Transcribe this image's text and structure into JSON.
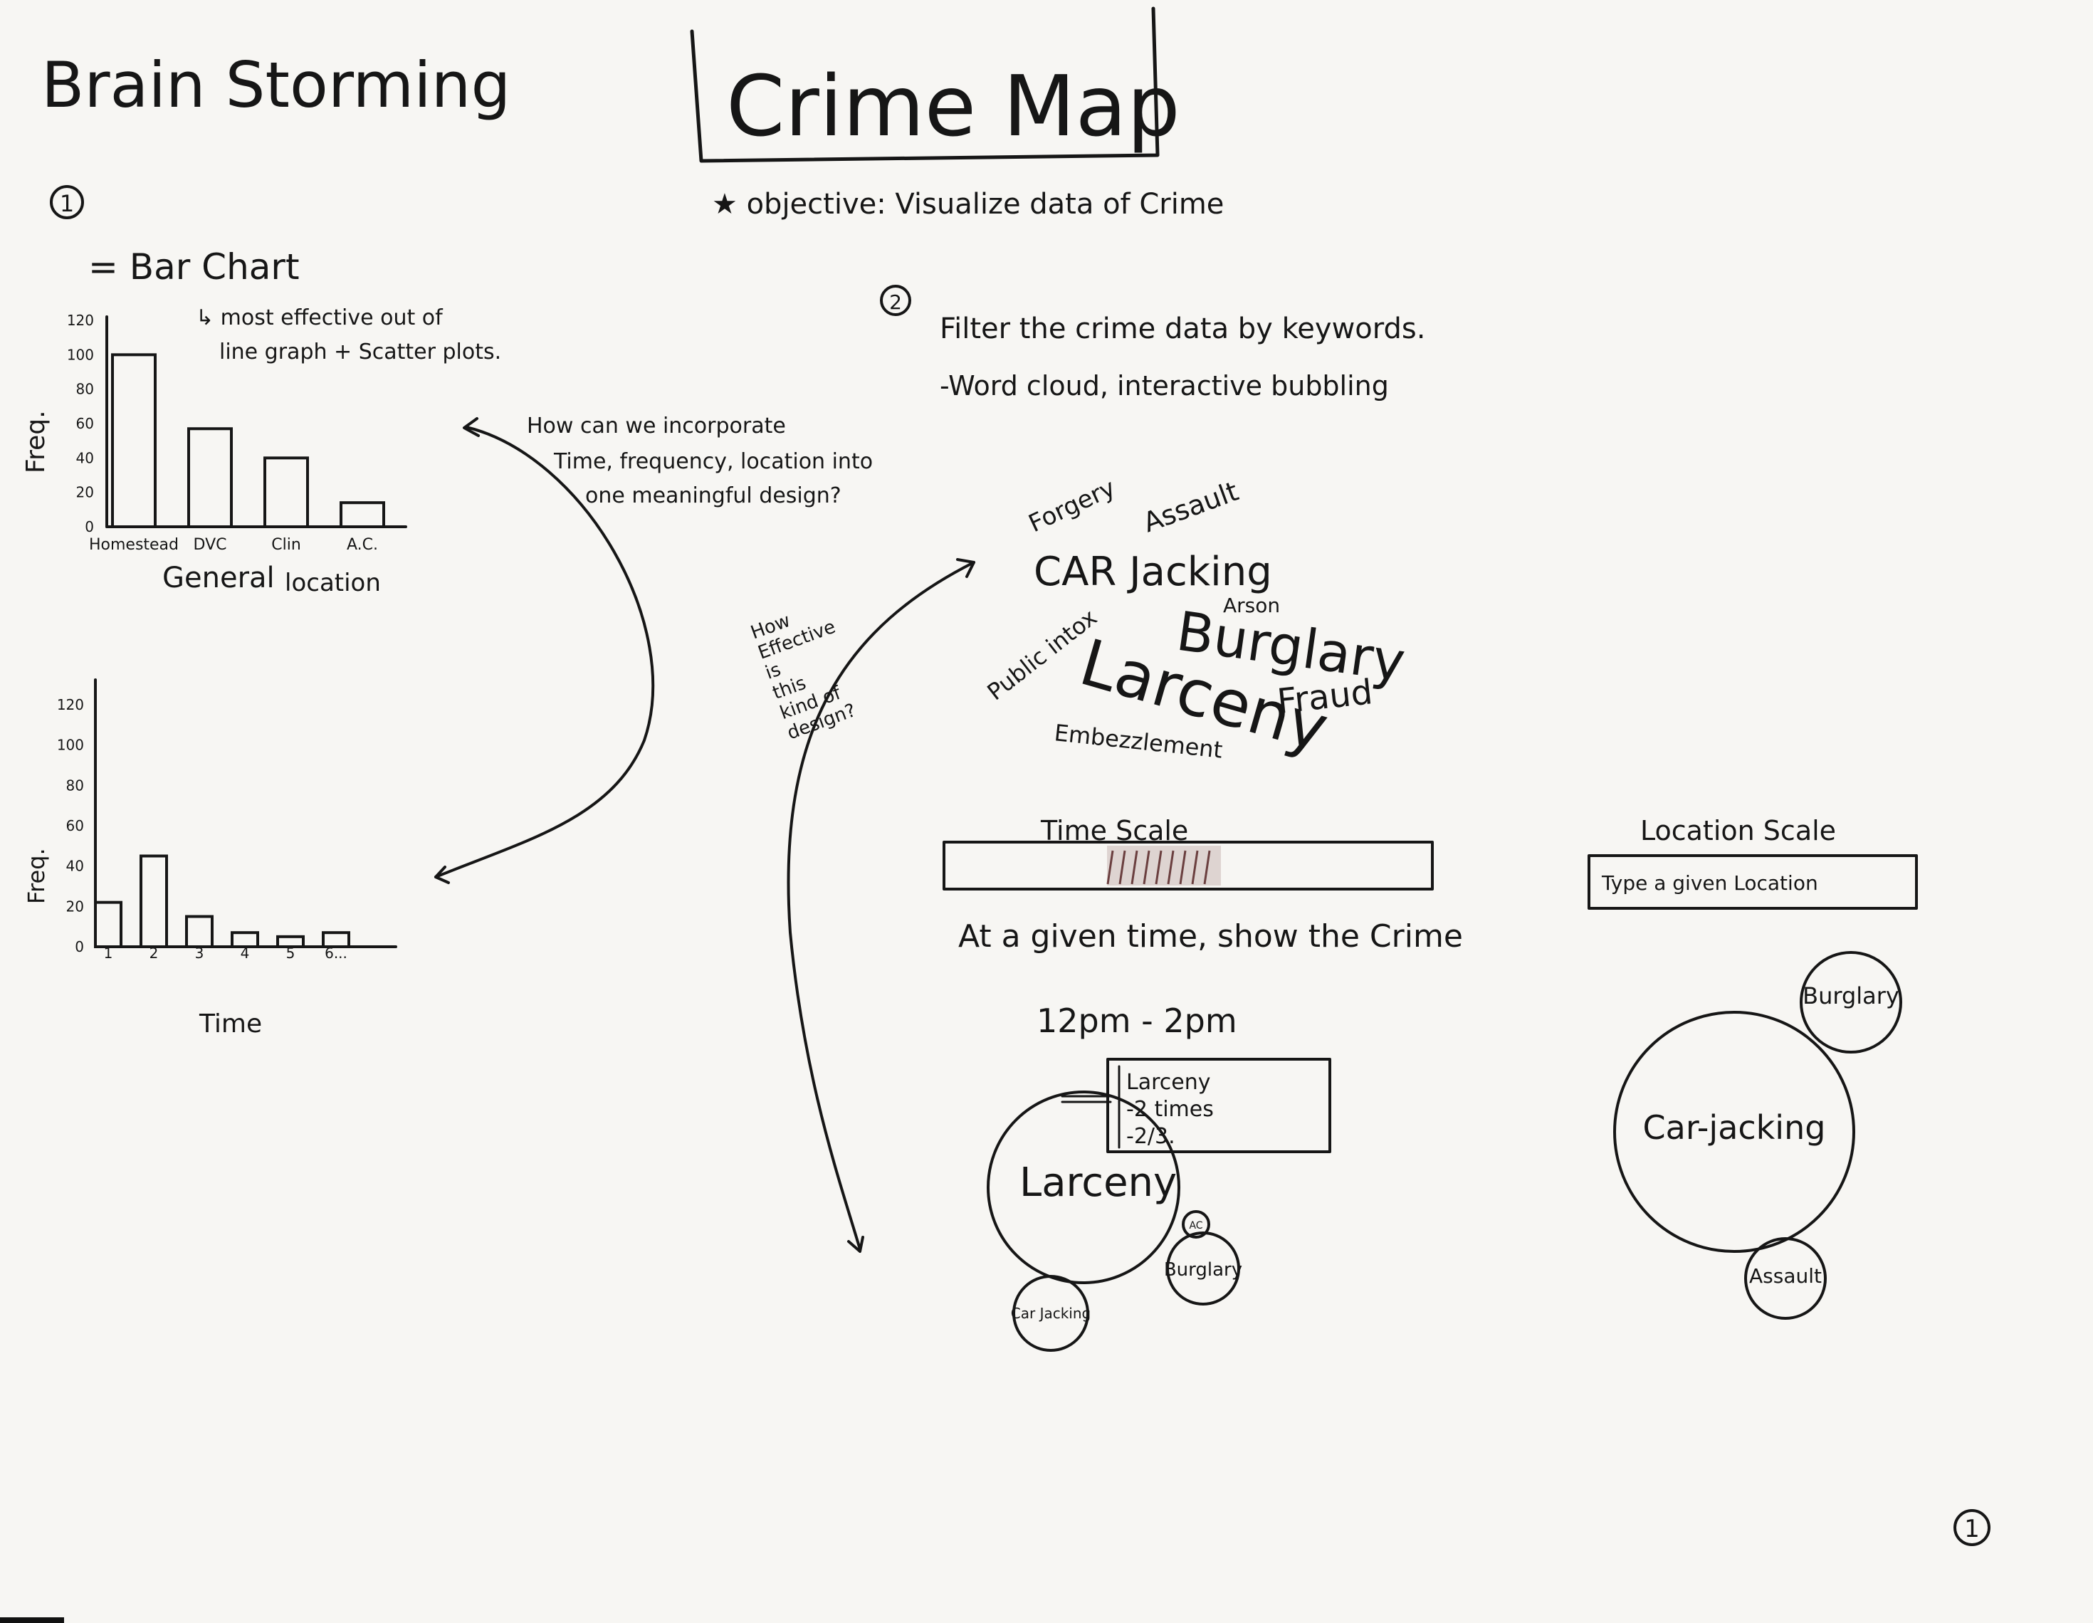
{
  "page": {
    "title": "Brain Storming",
    "project_title": "Crime Map",
    "objective": "★ objective: Visualize data of Crime",
    "page_number": "1"
  },
  "section1": {
    "number": "1",
    "heading": "= Bar Chart",
    "note_line1": "↳ most effective out of",
    "note_line2": "line graph + Scatter plots.",
    "chart_data": [
      {
        "type": "bar",
        "ylabel": "Freq.",
        "xlabel_1": "General",
        "xlabel_2": "location",
        "categories": [
          "Homestead",
          "DVC",
          "Clin",
          "A.C."
        ],
        "values": [
          100,
          57,
          40,
          14
        ],
        "ylim": [
          0,
          120
        ],
        "yticks": [
          "0",
          "20",
          "40",
          "60",
          "80",
          "100",
          "120"
        ]
      },
      {
        "type": "bar",
        "ylabel": "Freq.",
        "xlabel": "Time",
        "categories": [
          "1",
          "2",
          "3",
          "4",
          "5",
          "6..."
        ],
        "values": [
          22,
          45,
          15,
          7,
          5,
          7
        ],
        "ylim": [
          0,
          120
        ],
        "yticks": [
          "0",
          "20",
          "40",
          "60",
          "80",
          "100",
          "120"
        ]
      }
    ]
  },
  "annotations": {
    "question1_line1": "How can we incorporate",
    "question1_line2": "Time, frequency, location into",
    "question1_line3": "one meaningful design?",
    "question2": [
      "How",
      "Effective",
      "is",
      "this",
      "kind of",
      "design?"
    ]
  },
  "section2": {
    "number": "2",
    "line1": "Filter the crime data by keywords.",
    "line2": "-Word cloud, interactive bubbling",
    "word_cloud": {
      "forgery": "Forgery",
      "assault": "Assault",
      "car_jacking": "CAR Jacking",
      "arson": "Arson",
      "burglary": "Burglary",
      "public_intox": "Public intox",
      "larceny": "Larceny",
      "fraud": "Fraud",
      "embezzlement": "Embezzlement"
    },
    "time_scale_label": "Time Scale",
    "location_scale_label": "Location Scale",
    "location_placeholder": "Type a given Location",
    "caption": "At a given time, show the Crime",
    "time_range": "12pm - 2pm",
    "tooltip_line1": "Larceny",
    "tooltip_line2": "-2 times",
    "tooltip_line3": "-2/3.",
    "bubbles_left": {
      "main": "Larceny",
      "small": "AC",
      "burglary": "Burglary",
      "car_jacking": "Car Jacking"
    },
    "bubbles_right": {
      "main": "Car-jacking",
      "burglary": "Burglary",
      "assault": "Assault"
    }
  }
}
